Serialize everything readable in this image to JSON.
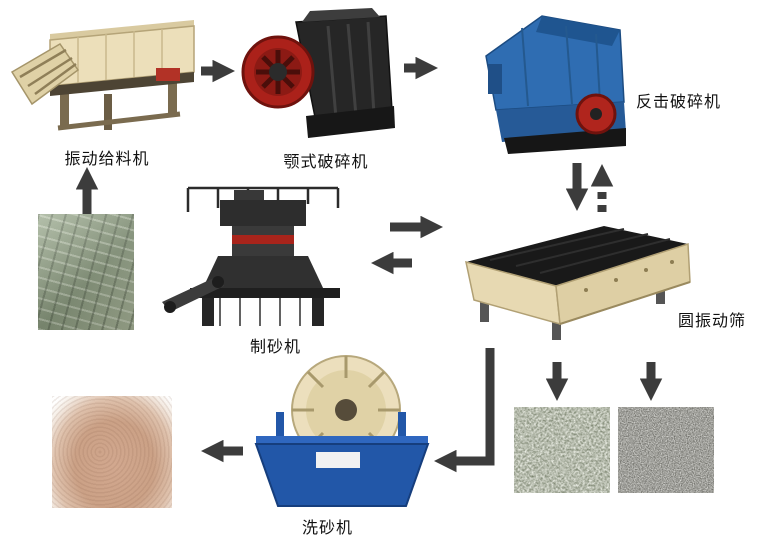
{
  "diagram": {
    "nodes": {
      "feeder": {
        "label": "振动给料机"
      },
      "jaw_crusher": {
        "label": "颚式破碎机"
      },
      "impact_crusher": {
        "label": "反击破碎机"
      },
      "screen": {
        "label": "圆振动筛"
      },
      "sand_maker": {
        "label": "制砂机"
      },
      "washer": {
        "label": "洗砂机"
      }
    },
    "colors": {
      "arrow": "#3c3c3c",
      "machine_cream": "#ecdfba",
      "machine_blue": "#2f6db2",
      "accent_red": "#b0251d",
      "background": "#ffffff"
    }
  }
}
